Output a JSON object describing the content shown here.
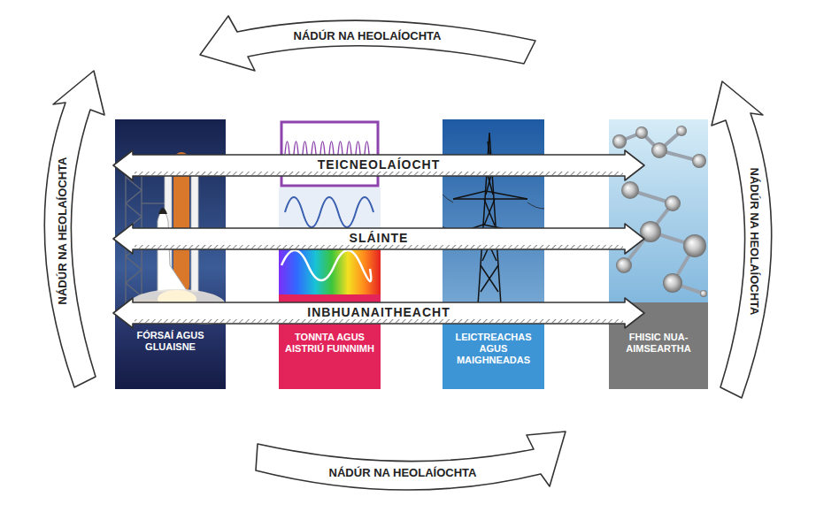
{
  "diagram": {
    "nodes": [
      {
        "text": [
          "NÁDÚR NA HEOLAÍOCHTA"
        ]
      },
      {
        "text": [
          "NÁDÚR NA HEOLAÍOCHTA"
        ]
      },
      {
        "text": [
          "FÓRSAÍ AGUS GLUAISNE"
        ]
      },
      {
        "text": [
          "TONNTA AGUS AISTRIÚ FUINNIMH"
        ]
      },
      {
        "text": [
          "LEICTREACHAS AGUS MAIGHNEADAS"
        ]
      },
      {
        "text": [
          "FHISIC NUA-AIMSEARTHA"
        ]
      },
      {
        "text": [
          "TEICNEOLAÍOCHT"
        ]
      },
      {
        "text": [
          "SLÁINTE"
        ]
      },
      {
        "text": [
          "INBHUANAITHEACHT"
        ]
      },
      {
        "text": [
          "NÁDÚR NA HEOLAÍOCHTA"
        ]
      },
      {
        "text": [
          "NÁDÚR NA HEOLAÍOCHTA"
        ]
      }
    ]
  }
}
